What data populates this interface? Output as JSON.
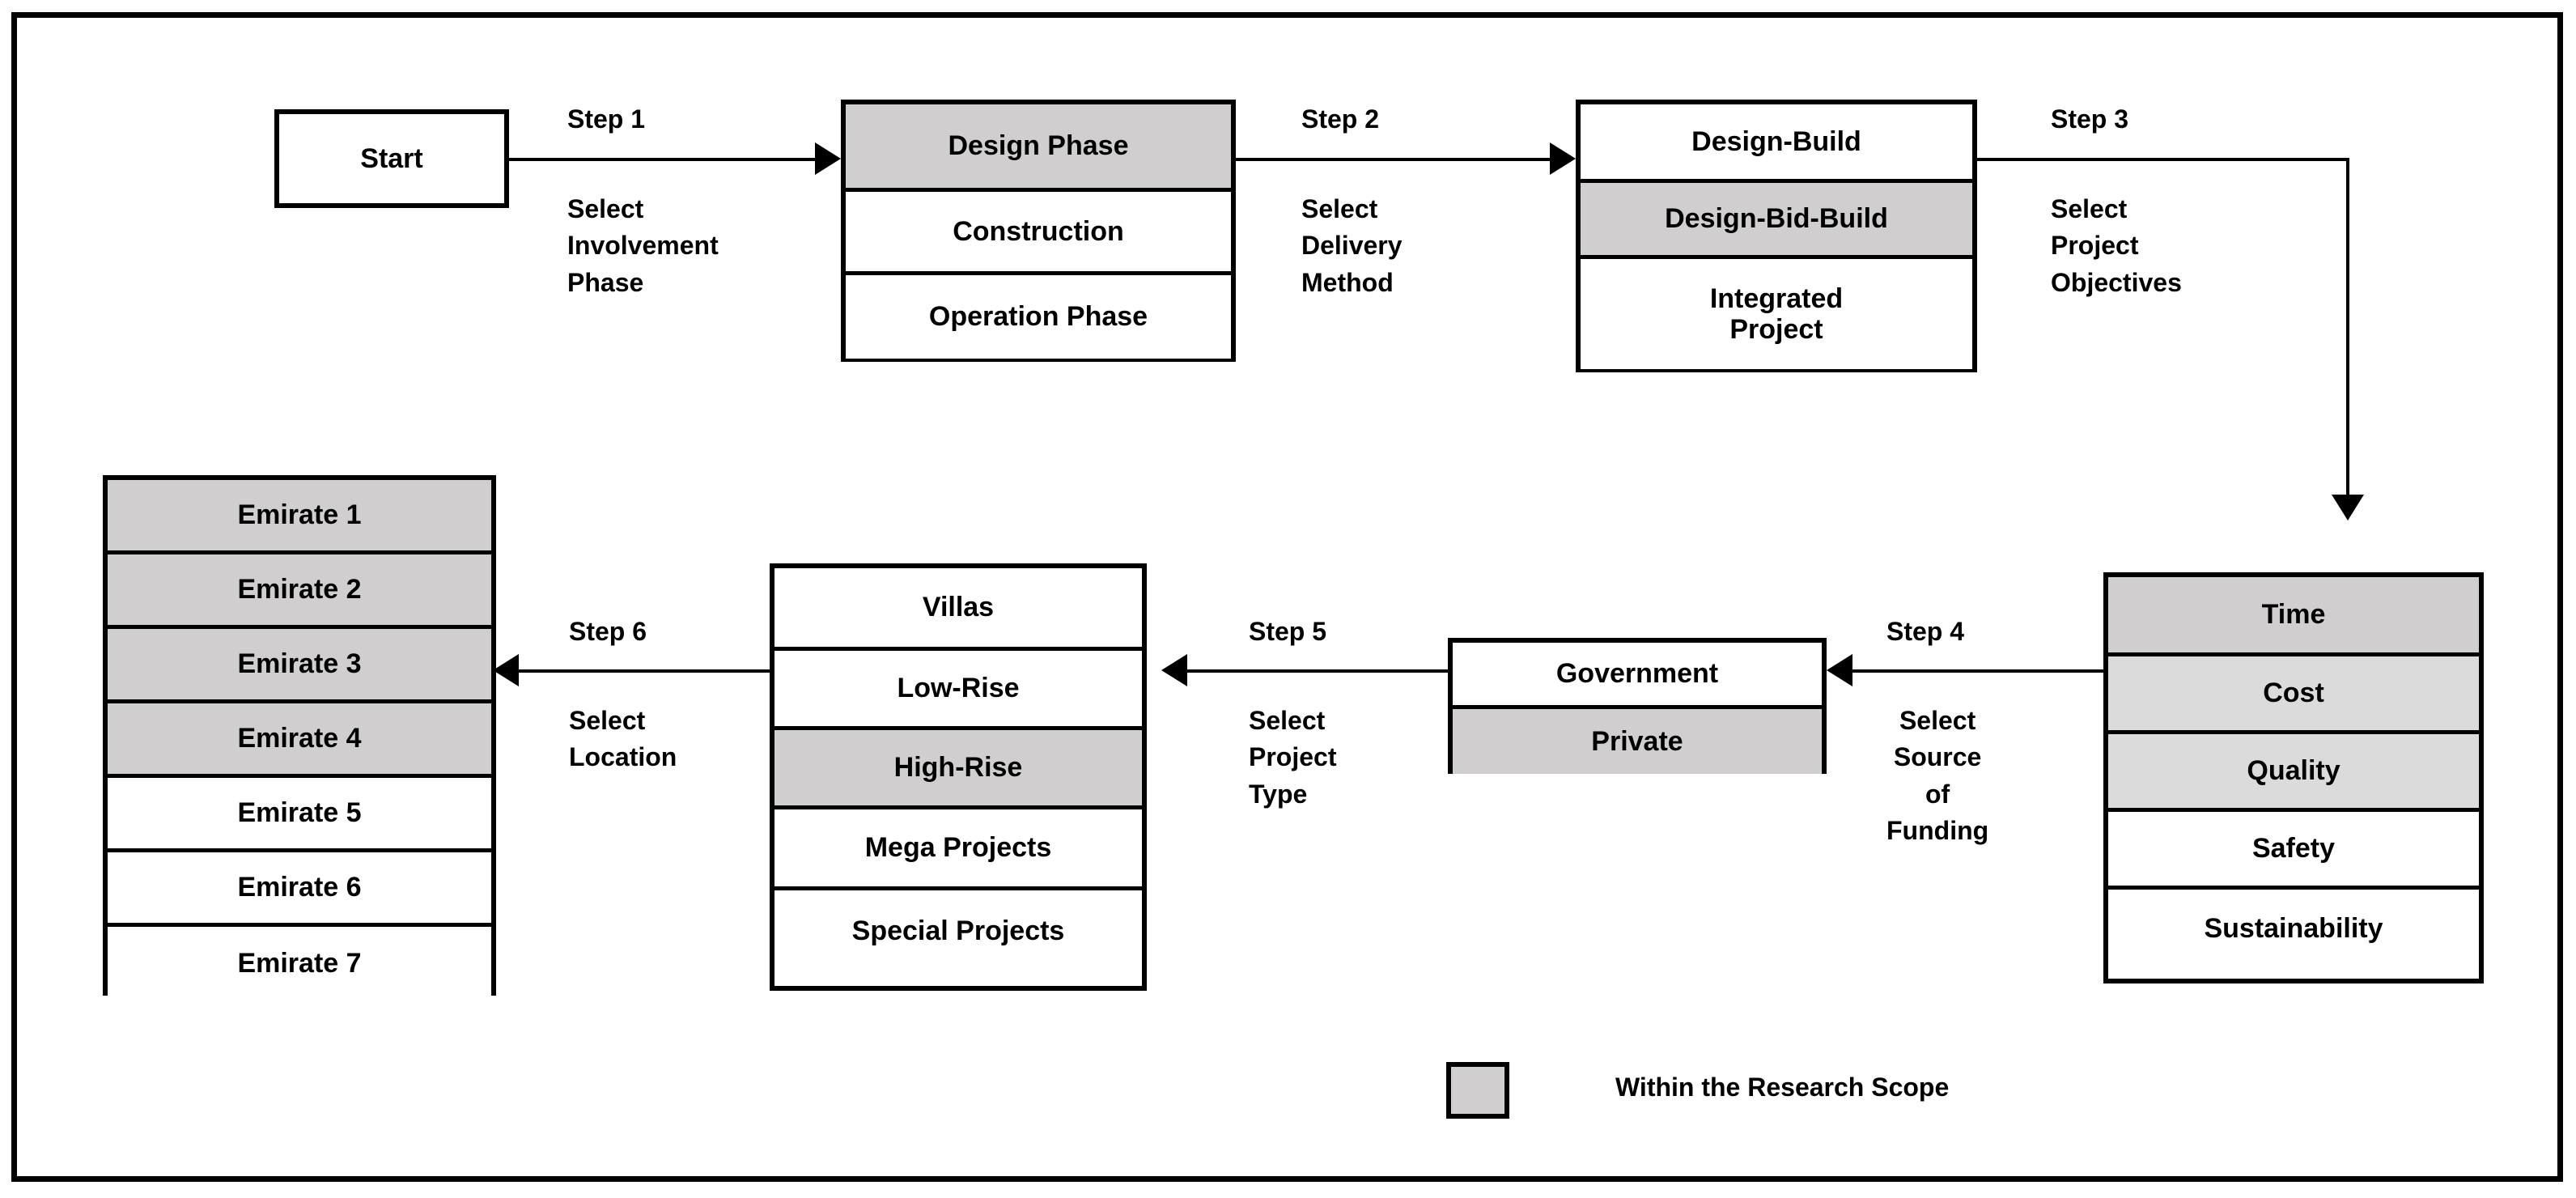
{
  "diagram": {
    "title": "Research scope selection flowchart",
    "shade_color": "#d1cecf",
    "shade_color_alt": "#dbdbdb",
    "line_color": "#000000",
    "background": "#ffffff"
  },
  "start_box": {
    "label": "Start"
  },
  "steps": [
    {
      "id": "step1",
      "title": "Step 1",
      "description": "Select\nInvolvement\nPhase"
    },
    {
      "id": "step2",
      "title": "Step 2",
      "description": "Select\nDelivery\nMethod"
    },
    {
      "id": "step3",
      "title": "Step 3",
      "description": "Select\nProject\nObjectives"
    },
    {
      "id": "step4",
      "title": "Step 4",
      "description": "Select\nSource\nof\nFunding"
    },
    {
      "id": "step5",
      "title": "Step 5",
      "description": "Select\nProject\nType"
    },
    {
      "id": "step6",
      "title": "Step 6",
      "description": "Select\nLocation"
    }
  ],
  "involvement_phase": {
    "name": "Involvement Phase",
    "options": [
      {
        "label": "Design Phase",
        "shaded": true
      },
      {
        "label": "Construction",
        "shaded": false
      },
      {
        "label": "Operation Phase",
        "shaded": false
      }
    ]
  },
  "delivery_method": {
    "name": "Delivery Method",
    "options": [
      {
        "label": "Design-Build",
        "shaded": false
      },
      {
        "label": "Design-Bid-Build",
        "shaded": true
      },
      {
        "label": "Integrated\nProject",
        "shaded": false
      }
    ]
  },
  "project_objectives": {
    "name": "Project Objectives",
    "options": [
      {
        "label": "Time",
        "shaded": true
      },
      {
        "label": "Cost",
        "shaded": true
      },
      {
        "label": "Quality",
        "shaded": true
      },
      {
        "label": "Safety",
        "shaded": false
      },
      {
        "label": "Sustainability",
        "shaded": false
      }
    ]
  },
  "source_of_funding": {
    "name": "Source of Funding",
    "options": [
      {
        "label": "Government",
        "shaded": false
      },
      {
        "label": "Private",
        "shaded": true
      }
    ]
  },
  "project_type": {
    "name": "Project Type",
    "options": [
      {
        "label": "Villas",
        "shaded": false
      },
      {
        "label": "Low-Rise",
        "shaded": false
      },
      {
        "label": "High-Rise",
        "shaded": true
      },
      {
        "label": "Mega Projects",
        "shaded": false
      },
      {
        "label": "Special Projects",
        "shaded": false
      }
    ]
  },
  "location": {
    "name": "Location",
    "options": [
      {
        "label": "Emirate 1",
        "shaded": true
      },
      {
        "label": "Emirate 2",
        "shaded": true
      },
      {
        "label": "Emirate 3",
        "shaded": true
      },
      {
        "label": "Emirate 4",
        "shaded": true
      },
      {
        "label": "Emirate 5",
        "shaded": false
      },
      {
        "label": "Emirate 6",
        "shaded": false
      },
      {
        "label": "Emirate 7",
        "shaded": false
      }
    ]
  },
  "legend": {
    "label": "Within the Research Scope",
    "swatch_color": "#d1cecf"
  }
}
